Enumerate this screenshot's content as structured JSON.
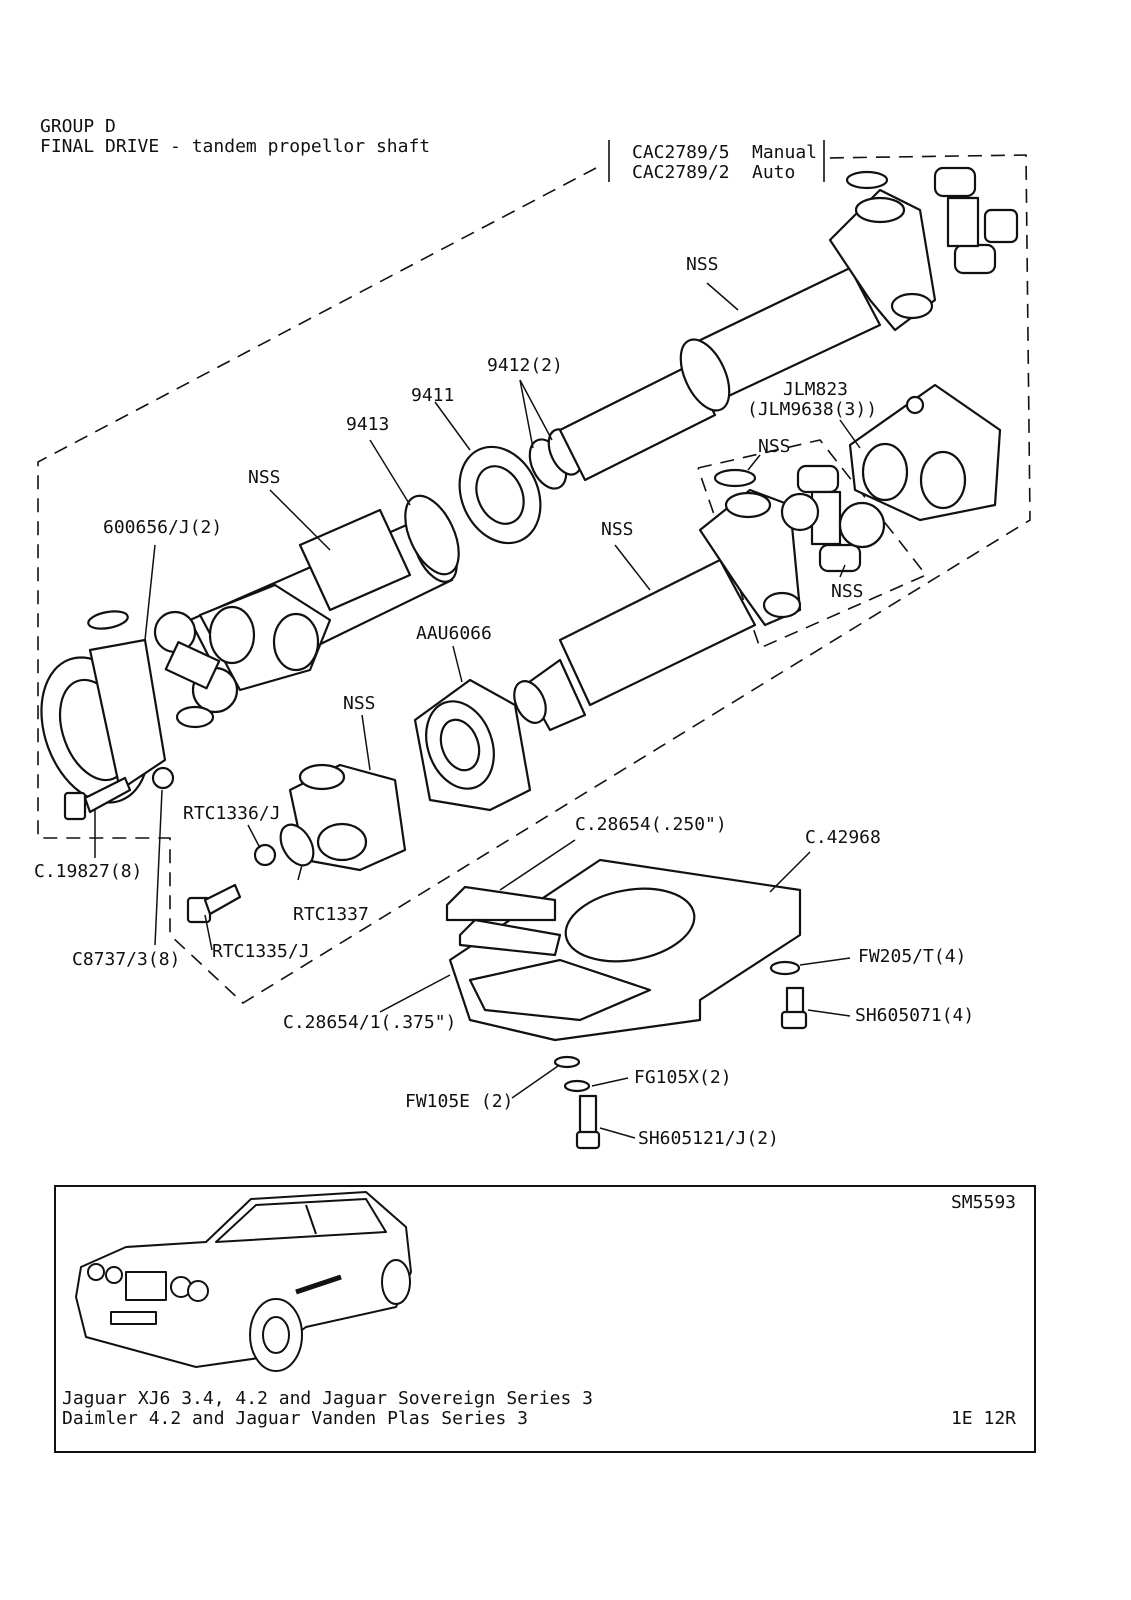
{
  "header": {
    "group": "GROUP D",
    "title": "FINAL DRIVE - tandem propellor shaft",
    "assembly": [
      {
        "part": "CAC2789/5",
        "variant": "Manual"
      },
      {
        "part": "CAC2789/2",
        "variant": "Auto"
      }
    ]
  },
  "callouts": {
    "nss_top": "NSS",
    "p9412": "9412(2)",
    "p9411": "9411",
    "p9413": "9413",
    "jlm823": "JLM823",
    "jlm9638": "(JLM9638(3))",
    "nss_mid": "NSS",
    "nss_left": "NSS",
    "p600656": "600656/J(2)",
    "nss_shaft2": "NSS",
    "nss_spider": "NSS",
    "aau6066": "AAU6066",
    "nss_yoke": "NSS",
    "rtc1336": "RTC1336/J",
    "c28654_250": "C.28654(.250\")",
    "c42968": "C.42968",
    "c19827": "C.19827(8)",
    "rtc1337": "RTC1337",
    "c8737": "C8737/3(8)",
    "rtc1335": "RTC1335/J",
    "fw205": "FW205/T(4)",
    "sh605071": "SH605071(4)",
    "c28654_375": "C.28654/1(.375\")",
    "fg105x": "FG105X(2)",
    "fw105e": "FW105E (2)",
    "sh605121": "SH605121/J(2)"
  },
  "footer": {
    "code": "SM5593",
    "models_line1": "Jaguar XJ6 3.4, 4.2 and Jaguar Sovereign Series 3",
    "models_line2": "Daimler 4.2 and Jaguar Vanden Plas Series 3",
    "page": "1E 12R"
  }
}
